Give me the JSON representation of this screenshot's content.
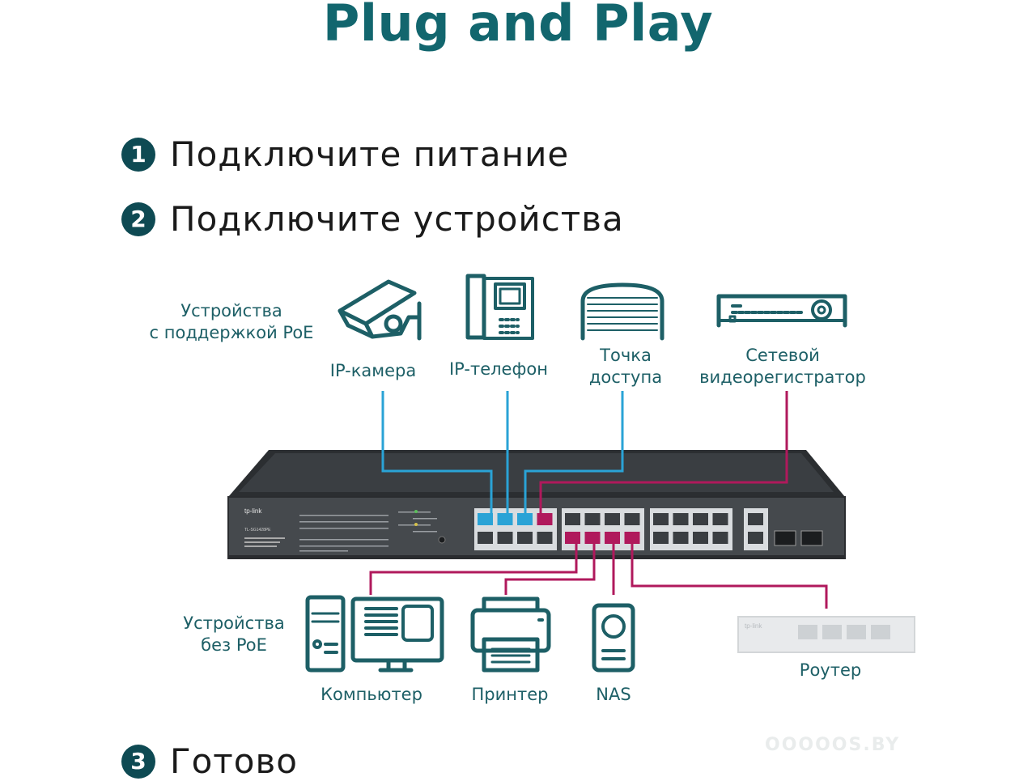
{
  "title": "Plug and Play",
  "steps": [
    {
      "num": "1",
      "text": "Подключите питание"
    },
    {
      "num": "2",
      "text": "Подключите устройства"
    },
    {
      "num": "3",
      "text": "Готово"
    }
  ],
  "poe_group": {
    "line1": "Устройства",
    "line2": "с поддержкой PoE"
  },
  "nonpoe_group": {
    "line1": "Устройства",
    "line2": "без PoE"
  },
  "devices": {
    "ip_camera": "IP-камера",
    "ip_phone": "IP-телефон",
    "access_point": {
      "line1": "Точка",
      "line2": "доступа"
    },
    "nvr": {
      "line1": "Сетевой",
      "line2": "видеорегистратор"
    },
    "computer": "Компьютер",
    "printer": "Принтер",
    "nas": "NAS",
    "router": "Роутер"
  },
  "switch": {
    "brand": "tp-link",
    "model": "TL-SG1428PE"
  },
  "router_brand": "tp-link",
  "watermark": "OOOOOS.BY",
  "colors": {
    "teal": "#12666e",
    "blue_cable": "#2aa3d6",
    "magenta_cable": "#b0195c",
    "icon": "#1d5f66"
  }
}
